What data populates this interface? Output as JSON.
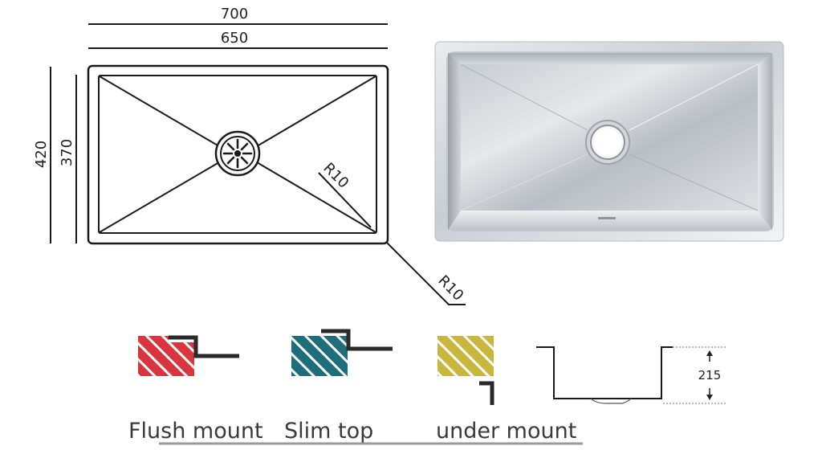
{
  "drawing": {
    "overall_width": "700",
    "inner_width": "650",
    "overall_depth": "420",
    "inner_depth": "370",
    "inner_radius": "R10",
    "outer_radius": "R10",
    "bowl_depth": "215"
  },
  "mount_types": [
    {
      "label": "Flush mount",
      "color": "#d9353f"
    },
    {
      "label": "Slim top",
      "color": "#1d6d7b"
    },
    {
      "label": "under mount",
      "color": "#c9b63c"
    }
  ],
  "colors": {
    "line": "#1a1a1a",
    "caption_underline": "#9a9a9a",
    "steel_light": "#dfe2e5",
    "steel_dark": "#9ea4aa"
  },
  "icons": {
    "drain": "strainer-drain-icon",
    "sink_photo": "stainless-sink-photo"
  }
}
